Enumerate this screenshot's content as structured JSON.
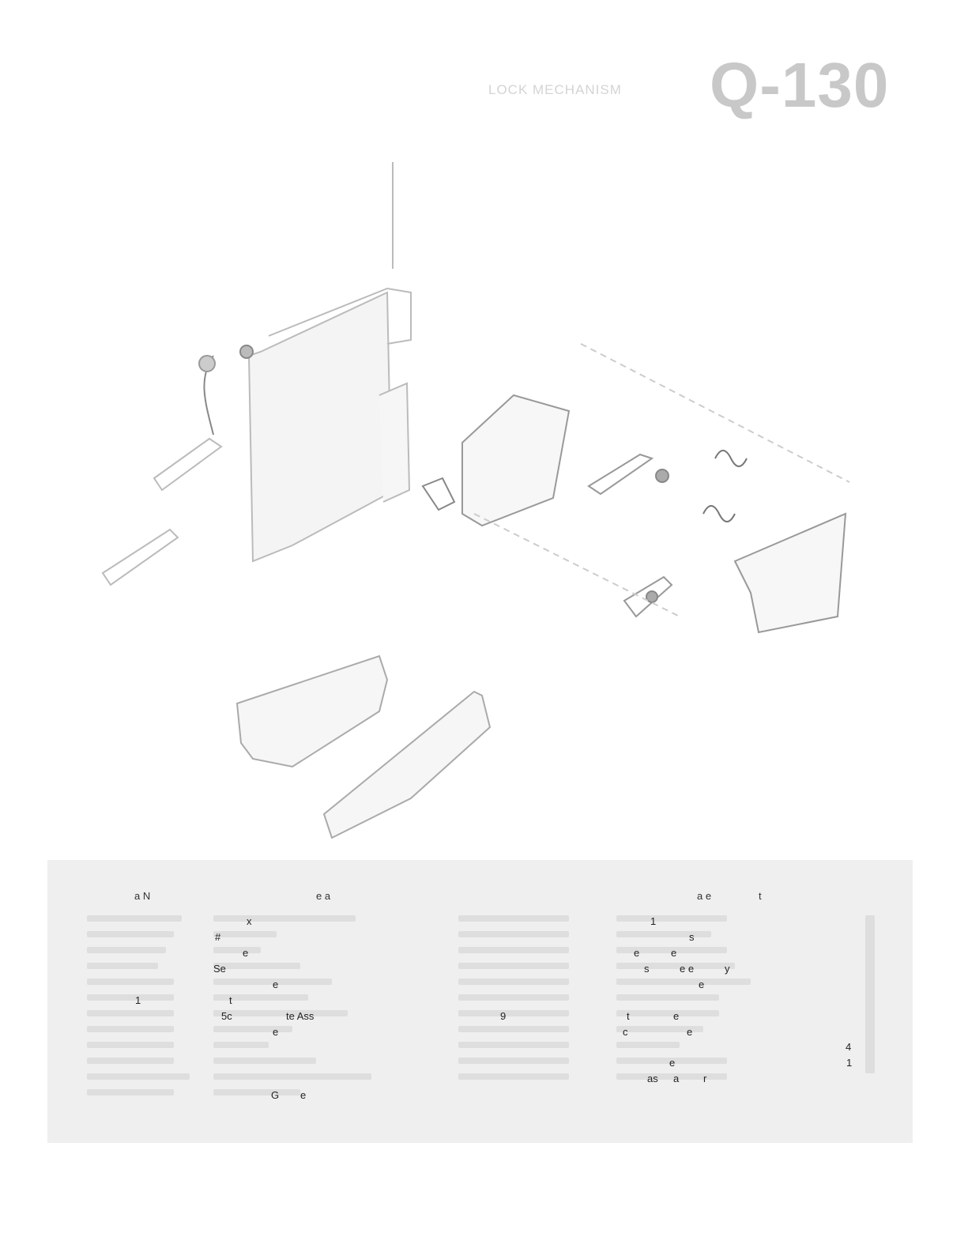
{
  "header": {
    "section_title": "LOCK MECHANISM",
    "page_code": "Q-130"
  },
  "parts_table": {
    "left_header_fragments": [
      "a  N",
      "e  a"
    ],
    "right_header_fragments": [
      "a e",
      "t"
    ],
    "left_fragments": [
      "x",
      "#",
      "e",
      "Se",
      "e",
      "1",
      "t",
      "5c",
      "te Ass",
      "e",
      "G",
      "e"
    ],
    "right_fragments": [
      "1",
      "s",
      "e",
      "e",
      "s",
      "e e",
      "y",
      "e",
      "9",
      "t",
      "e",
      "c",
      "e",
      "4",
      "e",
      "1",
      "as",
      "a",
      "r"
    ]
  }
}
